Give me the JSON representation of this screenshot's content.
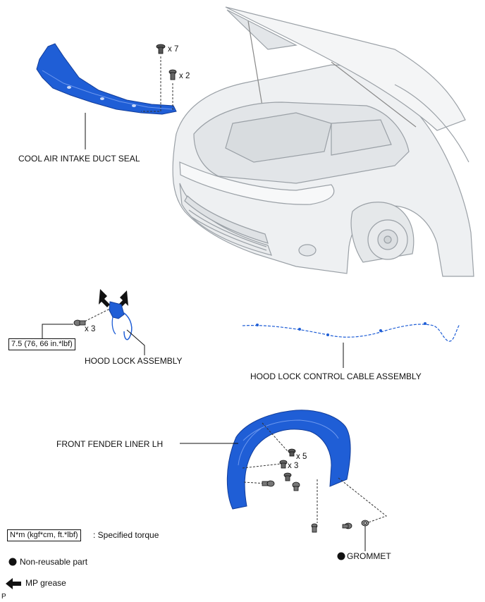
{
  "labels": {
    "cool_air_intake_duct_seal": "COOL AIR INTAKE DUCT SEAL",
    "hood_lock_assembly": "HOOD LOCK ASSEMBLY",
    "hood_lock_control_cable_assembly": "HOOD LOCK CONTROL CABLE ASSEMBLY",
    "front_fender_liner_lh": "FRONT FENDER LINER LH",
    "grommet": "GROMMET"
  },
  "counts": {
    "duct_clip": "x 7",
    "duct_screw": "x 2",
    "hood_lock_bolt": "x 3",
    "liner_clip": "x 5",
    "liner_screw": "x 3"
  },
  "torque": {
    "hood_lock_bolt": "7.5 (76, 66 in.*lbf)"
  },
  "legend": {
    "torque_unit": "N*m (kgf*cm, ft.*lbf)",
    "torque_desc": ": Specified torque",
    "non_reusable": "Non-reusable part",
    "mp_grease": "MP grease"
  },
  "corner_mark": "P",
  "colors": {
    "part_blue": "#1f5ed6",
    "part_blue_dark": "#123d9a",
    "car_fill": "#eef0f2",
    "car_line": "#9aa0a6"
  }
}
